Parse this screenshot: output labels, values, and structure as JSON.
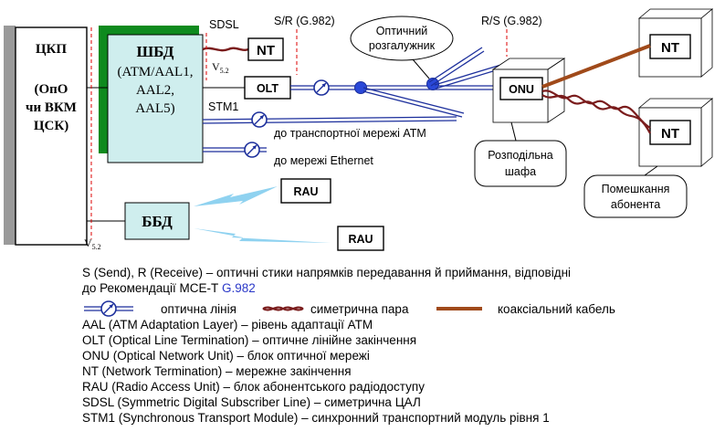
{
  "blocks": {
    "ckp": [
      "ЦКП",
      "(ОпО",
      "чи ВКМ",
      "ЦСК)"
    ],
    "shbd_title": "ШБД",
    "shbd_lines": [
      "(ATM/AAL1,",
      "AAL2,",
      "AAL5)"
    ],
    "bbd": "ББД",
    "nt": "NT",
    "olt": "OLT",
    "onu": "ONU",
    "rau": "RAU"
  },
  "labels": {
    "sdsl": "SDSL",
    "v52": "V",
    "v52_sub": "5.2",
    "stm1": "STM1",
    "sr": "S/R (G.982)",
    "rs": "R/S (G.982)",
    "splitter": [
      "Оптичний",
      "розгалужник"
    ],
    "to_atm": "до транспортної мережі ATM",
    "to_ethernet": "до мережі Ethernet",
    "cabinet": [
      "Розподільна",
      "шафа"
    ],
    "premises": [
      "Помешкання",
      "абонента"
    ]
  },
  "legend": {
    "sr_desc_1": "S (Send), R (Receive) – оптичні стики напрямків передавання й приймання, відповідні",
    "sr_desc_2_prefix": "до Рекомендації МСЕ-Т",
    "sr_desc_2_ref": "G.982",
    "optical_line": "оптична лінія",
    "sym_pair": "симетрична пара",
    "coax": "коаксіальний кабель",
    "aal": "AAL (ATM Adaptation Layer) – рівень адаптації ATM",
    "olt": "OLT (Optical Line Termination) – оптичне лінійне закінчення",
    "onu": "ONU (Optical Network Unit) – блок оптичної мережі",
    "nt": "NT (Network Termination) – мережне закінчення",
    "rau": "RAU (Radio Access Unit) – блок абонентського радіодоступу",
    "sdsl": "SDSL (Symmetric Digital Subscriber Line) – симетрична ЦАЛ",
    "stm1": "STM1 (Synchronous Transport Module) – синхронний транспортний модуль рівня 1"
  },
  "colors": {
    "optical": "#1c2f9c",
    "pair": "#7a1c1c",
    "coax": "#a04a1a",
    "shbd_fill": "#cfeeee",
    "shbd_shadow": "#0e8a1e",
    "ckp_shadow": "#9a9a9a"
  }
}
